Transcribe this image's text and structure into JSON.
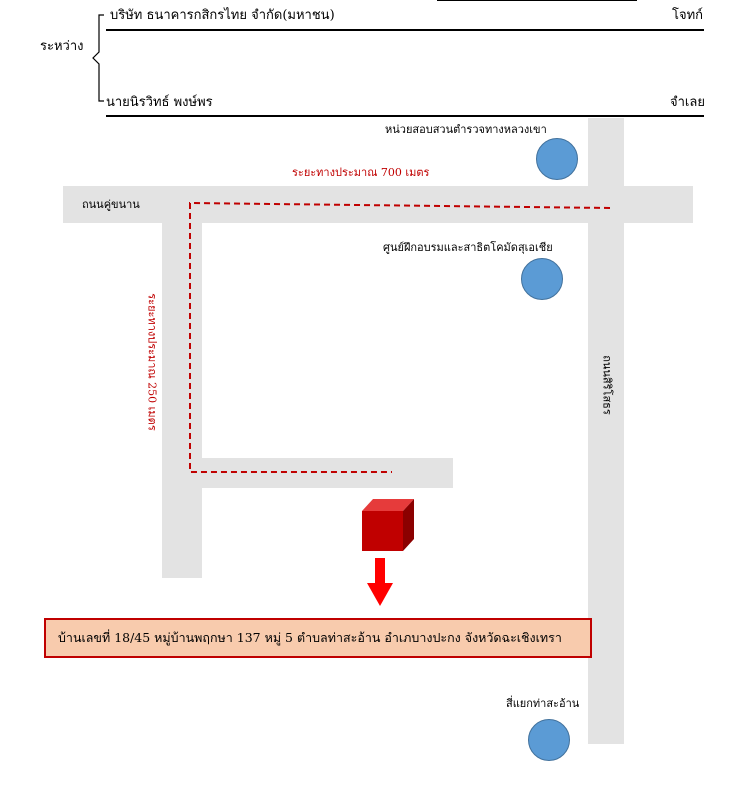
{
  "header": {
    "between_label": "ระหว่าง",
    "party1_name": "บริษัท ธนาคารกสิกรไทย จำกัด(มหาชน)",
    "party1_role": "โจทก์",
    "party2_name": "นายนิรวิทธ์ พงษ์พร",
    "party2_role": "จำเลย"
  },
  "map": {
    "road_top_label": "ถนนคู่ขนาน",
    "road_right_label": "ถนนสิริโสธร",
    "distance_horizontal": "ระยะทางประมาณ 700 เมตร",
    "distance_vertical": "ระยะทางประมาณ 250 เมตร",
    "landmark_police": "หน่วยสอบสวนตำรวจทางหลวงเขา",
    "landmark_training": "ศูนย์ฝึกอบรมและสาธิตโคมัดสุเอเชีย",
    "landmark_junction": "สี่แยกท่าสะอ้าน",
    "address": "บ้านเลขที่ 18/45 หมู่บ้านพฤกษา 137 หมู่ 5 ตำบลท่าสะอ้าน อำเภบางปะกง จังหวัดฉะเชิงเทรา"
  },
  "colors": {
    "road": "#e3e3e3",
    "landmark": "#5b9bd5",
    "route": "#c00000",
    "house": "#c00000",
    "address_fill": "#f8cbad"
  }
}
